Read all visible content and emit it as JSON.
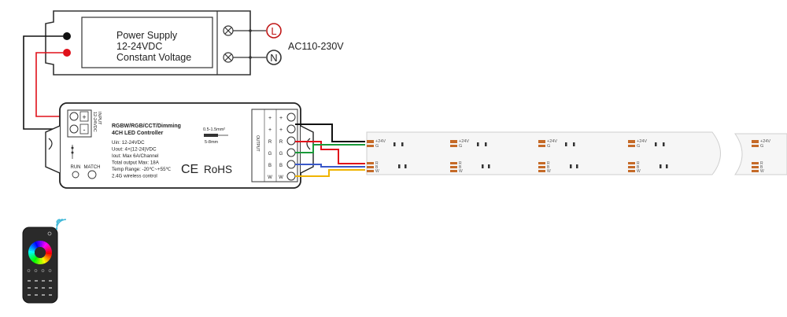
{
  "power_supply": {
    "line1": "Power Supply",
    "line2": "12-24VDC",
    "line3": "Constant Voltage",
    "terminal_l": "L",
    "terminal_n": "N",
    "ac_label": "AC110-230V"
  },
  "controller": {
    "input_label": "12-24VDC",
    "input_word": "INPUT",
    "plus": "+",
    "minus": "-",
    "title1": "RGBW/RGB/CCT/Dimming",
    "title2": "4CH LED Controller",
    "specs": [
      "Uin: 12-24VDC",
      "Uout: 4×(12-24)VDC",
      "Iout: Max 6A/Channel",
      "Total output Max: 18A",
      "Temp Range: -20℃~+55℃",
      "2.4G wireless control"
    ],
    "wire_spec1": "0.5-1.5mm²",
    "wire_spec2": "5-8mm",
    "ce": "CE",
    "rohs": "RoHS",
    "run": "RUN",
    "match": "MATCH",
    "output_word": "OUTPUT",
    "channels": [
      "R",
      "G",
      "B",
      "W"
    ]
  },
  "strip": {
    "v_label": "+24V",
    "g_label": "G",
    "rbw_labels": [
      "R",
      "B",
      "W"
    ]
  },
  "colors": {
    "wire_red": "#e0101a",
    "wire_black": "#111111",
    "wire_green": "#1a9a3a",
    "wire_blue": "#3a58c8",
    "wire_yellow": "#f0b400",
    "solder_pad": "#c56a28",
    "remote_body": "#2a2a2a"
  }
}
